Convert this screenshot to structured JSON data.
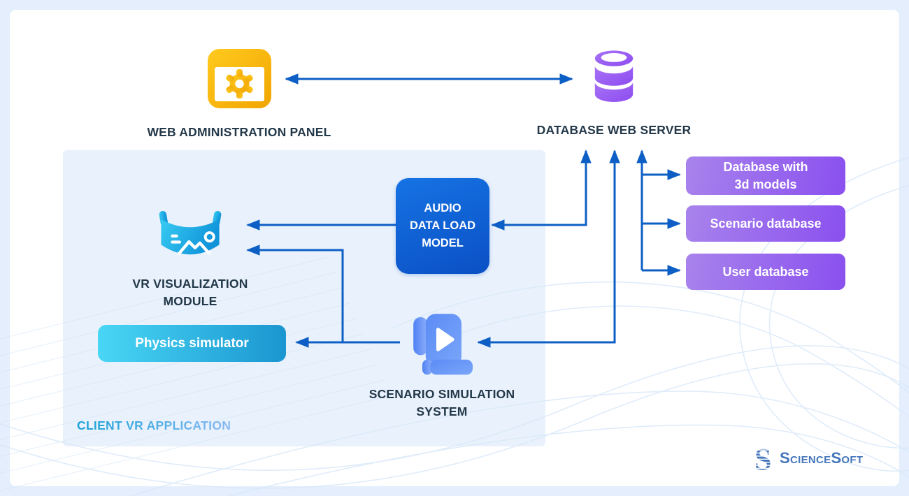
{
  "page": {
    "background": "#e4eefc",
    "card_background": "#ffffff",
    "client_box_background": "#e9f2fc"
  },
  "colors": {
    "arrow": "#0d5fc5",
    "label_text": "#233849",
    "admin_icon_gold_light": "#ffca1d",
    "admin_icon_gold_dark": "#f1a502",
    "database_icon_purple_light": "#a873f5",
    "database_icon_purple_dark": "#8d4cf0",
    "audio_box_blue_light": "#1673e3",
    "audio_box_blue_dark": "#0a50c5",
    "physics_cyan_light": "#49d6f5",
    "physics_cyan_dark": "#1a96d0",
    "purple_box_light": "#a883ec",
    "purple_box_dark": "#8a50ef",
    "vr_icon_cyan_light": "#38cbf2",
    "vr_icon_cyan_dark": "#0f93da",
    "scroll_icon_blue": "#5b8cf6",
    "scroll_icon_blue_light": "#7aa5f9",
    "client_label_gradient_left": "#17a2d6",
    "client_label_gradient_right": "#8ab9f2",
    "logo_blue": "#4576ba"
  },
  "nodes": {
    "web_admin_panel": {
      "label": "WEB ADMINISTRATION PANEL",
      "icon": "browser-gear-icon"
    },
    "database_web_server": {
      "label": "DATABASE WEB SERVER",
      "icon": "database-cylinder-icon"
    },
    "client_vr_application": {
      "label": "CLIENT VR APPLICATION"
    },
    "vr_visualization_module": {
      "label": "VR VISUALIZATION\nMODULE",
      "icon": "vr-headset-icon"
    },
    "audio_data_load_model": {
      "label": "AUDIO\nDATA LOAD\nMODEL"
    },
    "physics_simulator": {
      "label": "Physics simulator"
    },
    "scenario_simulation_system": {
      "label": "SCENARIO SIMULATION\nSYSTEM",
      "icon": "scroll-play-icon"
    },
    "database_3d_models": {
      "label": "Database with\n3d models"
    },
    "scenario_database": {
      "label": "Scenario database"
    },
    "user_database": {
      "label": "User database"
    }
  },
  "connections": [
    "web_admin_panel <-> database_web_server",
    "audio_data_load_model <-> database_web_server",
    "scenario_simulation_system <-> database_web_server",
    "database_web_server -> database_3d_models",
    "database_web_server -> scenario_database",
    "database_web_server -> user_database",
    "audio_data_load_model -> vr_visualization_module",
    "scenario_simulation_system -> vr_visualization_module",
    "scenario_simulation_system -> physics_simulator"
  ],
  "logo": {
    "text": "ScienceSoft"
  }
}
